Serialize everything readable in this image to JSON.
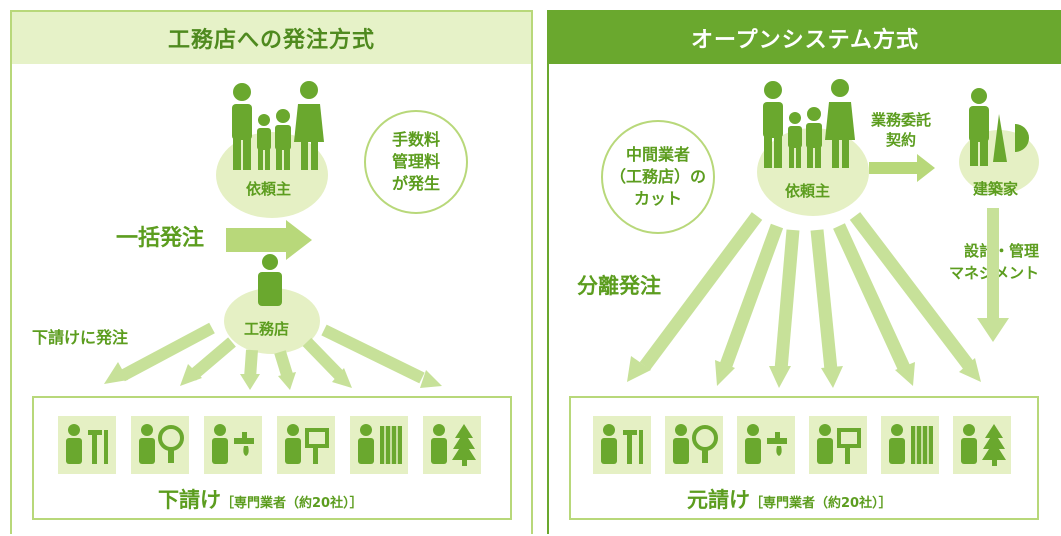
{
  "left": {
    "title": "工務店への発注方式",
    "client": "依頼主",
    "bubble": "手数料\n管理料\nが発生",
    "bulk_order": "一括発注",
    "contractor": "工務店",
    "subcontract_order": "下請けに発注",
    "footer_main": "下請け",
    "footer_sub": "［専門業者（約20社）］"
  },
  "right": {
    "title": "オープンシステム方式",
    "bubble": "中間業者\n（工務店）の\nカット",
    "client": "依頼主",
    "contract": "業務委託\n契約",
    "architect": "建築家",
    "separate_order": "分離発注",
    "design_mgmt": "設計・管理\nマネジメント",
    "footer_main": "元請け",
    "footer_sub": "［専門業者（約20社）］"
  },
  "trades": [
    "carpenter-icon",
    "electrician-icon",
    "plumber-icon",
    "finisher-icon",
    "fitter-icon",
    "landscaper-icon"
  ],
  "colors": {
    "dark_green": "#6aa82e",
    "light_green": "#b8d87a",
    "pale_green": "#e5f0c4",
    "text_green": "#5c9d1f"
  }
}
